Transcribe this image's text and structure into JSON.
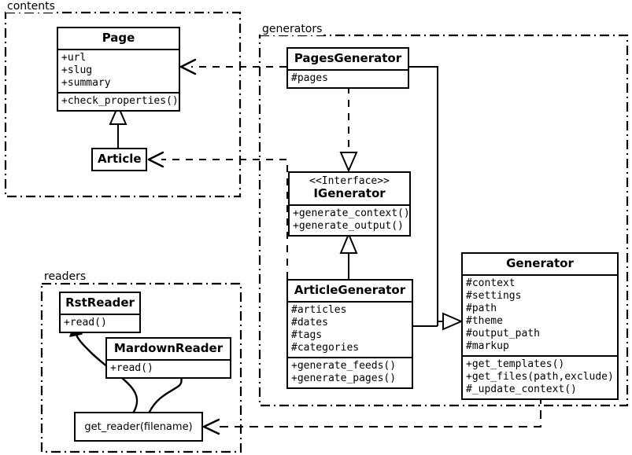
{
  "diagram": {
    "title": "Pelican architecture UML class diagram",
    "stroke_color": "#000000",
    "background_color": "#ffffff"
  },
  "packages": [
    {
      "name": "contents-package",
      "label": "contents"
    },
    {
      "name": "generators-package",
      "label": "generators"
    },
    {
      "name": "readers-package",
      "label": "readers"
    }
  ],
  "classes": {
    "page": {
      "name": "Page",
      "attributes": [
        "+url",
        "+slug",
        "+summary"
      ],
      "operations": [
        "+check_properties()"
      ]
    },
    "article": {
      "name": "Article",
      "attributes": [],
      "operations": []
    },
    "pages_generator": {
      "name": "PagesGenerator",
      "attributes": [
        "#pages"
      ],
      "operations": []
    },
    "igenerator": {
      "stereotype": "<<Interface>>",
      "name": "IGenerator",
      "attributes": [],
      "operations": [
        "+generate_context()",
        "+generate_output()"
      ]
    },
    "article_generator": {
      "name": "ArticleGenerator",
      "attributes": [
        "#articles",
        "#dates",
        "#tags",
        "#categories"
      ],
      "operations": [
        "+generate_feeds()",
        "+generate_pages()"
      ]
    },
    "generator": {
      "name": "Generator",
      "attributes": [
        "#context",
        "#settings",
        "#path",
        "#theme",
        "#output_path",
        "#markup"
      ],
      "operations": [
        "+get_templates()",
        "+get_files(path,exclude)",
        "#_update_context()"
      ]
    },
    "rst_reader": {
      "name": "RstReader",
      "attributes": [],
      "operations": [
        "+read()"
      ]
    },
    "markdown_reader": {
      "name": "MardownReader",
      "attributes": [],
      "operations": [
        "+read()"
      ]
    },
    "get_reader": {
      "name": "get_reader(filename)"
    }
  },
  "relations": [
    {
      "name": "article-inherits-page",
      "kind": "generalization",
      "from": "Article",
      "to": "Page"
    },
    {
      "name": "pagesgenerator-realizes-igenerator",
      "kind": "realization",
      "from": "PagesGenerator",
      "to": "IGenerator"
    },
    {
      "name": "articlegenerator-inherits-igenerator",
      "kind": "generalization",
      "from": "ArticleGenerator",
      "to": "IGenerator"
    },
    {
      "name": "pagesgenerator-inherits-generator",
      "kind": "generalization",
      "from": "PagesGenerator",
      "to": "Generator"
    },
    {
      "name": "articlegenerator-inherits-generator",
      "kind": "generalization",
      "from": "ArticleGenerator",
      "to": "Generator"
    },
    {
      "name": "pagesgenerator-uses-page",
      "kind": "dependency",
      "from": "PagesGenerator",
      "to": "Page"
    },
    {
      "name": "articlegenerator-uses-article",
      "kind": "dependency",
      "from": "ArticleGenerator",
      "to": "Article"
    },
    {
      "name": "generator-uses-get-reader",
      "kind": "dependency",
      "from": "Generator",
      "to": "get_reader(filename)"
    },
    {
      "name": "get-reader-creates-rstreader",
      "kind": "create",
      "from": "get_reader(filename)",
      "to": "RstReader"
    },
    {
      "name": "get-reader-creates-markdownreader",
      "kind": "create",
      "from": "get_reader(filename)",
      "to": "MardownReader"
    }
  ]
}
